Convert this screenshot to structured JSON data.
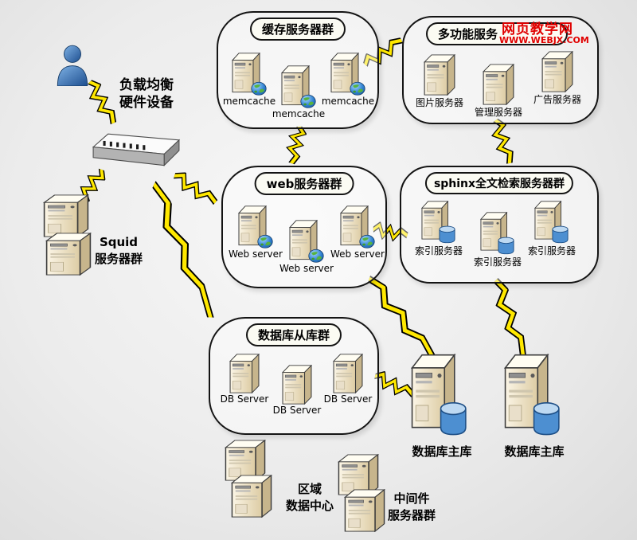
{
  "watermark": {
    "site_name": "网页教学网",
    "site_url": "WWW.WEBJX.COM"
  },
  "nodes": {
    "load_balancer": {
      "label_line1": "负载均衡",
      "label_line2": "硬件设备"
    },
    "squid": {
      "label_line1": "Squid",
      "label_line2": "服务器群"
    },
    "db_master_left": {
      "label": "数据库主库"
    },
    "db_master_right": {
      "label": "数据库主库"
    },
    "regional_dc": {
      "label_line1": "区域",
      "label_line2": "数据中心"
    },
    "middleware": {
      "label_line1": "中间件",
      "label_line2": "服务器群"
    }
  },
  "clusters": {
    "cache": {
      "title": "缓存服务器群",
      "servers": [
        "memcache",
        "memcache",
        "memcache"
      ]
    },
    "multi_function": {
      "title": "多功能服务",
      "servers": [
        "图片服务器",
        "管理服务器",
        "广告服务器"
      ]
    },
    "web": {
      "title": "web服务器群",
      "servers": [
        "Web server",
        "Web server",
        "Web server"
      ]
    },
    "sphinx": {
      "title": "sphinx全文检索服务器群",
      "servers": [
        "索引服务器",
        "索引服务器",
        "索引服务器"
      ]
    },
    "db_slave": {
      "title": "数据库从库群",
      "servers": [
        "DB Server",
        "DB Server",
        "DB Server"
      ]
    }
  },
  "icons": {
    "user": "person-icon",
    "load_balancer": "network-switch-icon",
    "server": "server-tower-icon",
    "web_globe": "globe-icon",
    "database": "database-cylinder-icon",
    "connector": "lightning-bolt-icon"
  },
  "colors": {
    "connector_yellow": "#ffe800",
    "watermark_red": "#e00000",
    "server_body": "#efe3c4",
    "database_blue": "#4d8fd1",
    "person_blue": "#2f6aad",
    "box_border": "#141414"
  }
}
